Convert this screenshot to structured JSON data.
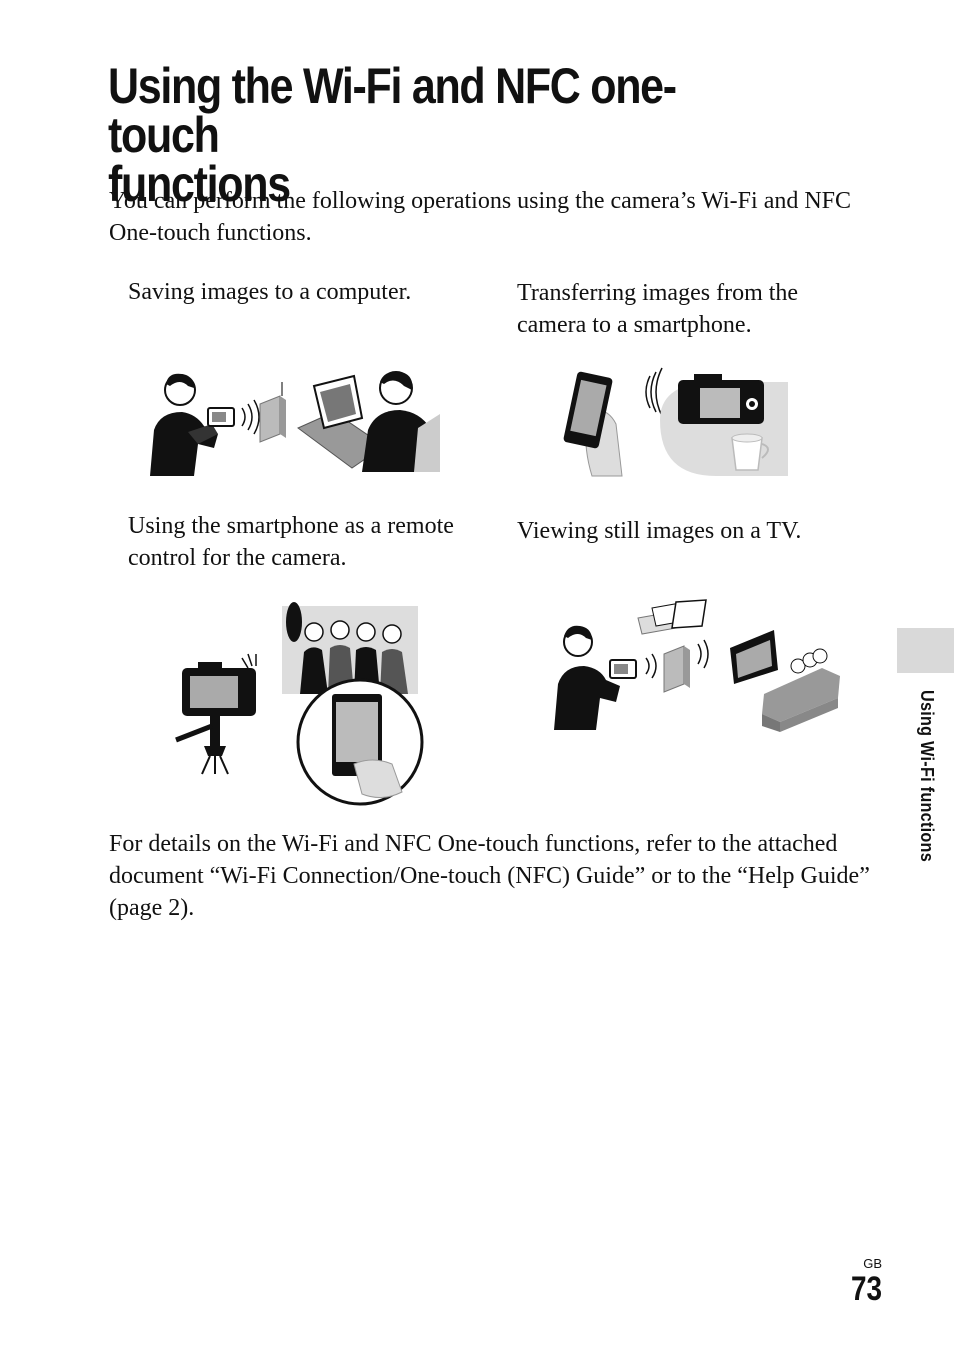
{
  "title": {
    "line1": "Using the Wi-Fi and NFC one-touch",
    "line2": "functions"
  },
  "intro": "You can perform the following operations using the camera’s Wi-Fi and NFC One-touch functions.",
  "operations": [
    {
      "caption": "Saving images to a computer."
    },
    {
      "caption": "Transferring images from the camera to a smartphone."
    },
    {
      "caption": "Using the smartphone as a remote control for the camera."
    },
    {
      "caption": "Viewing still images on a TV."
    }
  ],
  "outro": "For details on the Wi-Fi and NFC One-touch functions, refer to the attached document “Wi-Fi Connection/One-touch (NFC) Guide” or to the “Help Guide” (page 2).",
  "sidebar": {
    "label": "Using Wi-Fi functions"
  },
  "footer": {
    "region": "GB",
    "page_number": "73"
  }
}
